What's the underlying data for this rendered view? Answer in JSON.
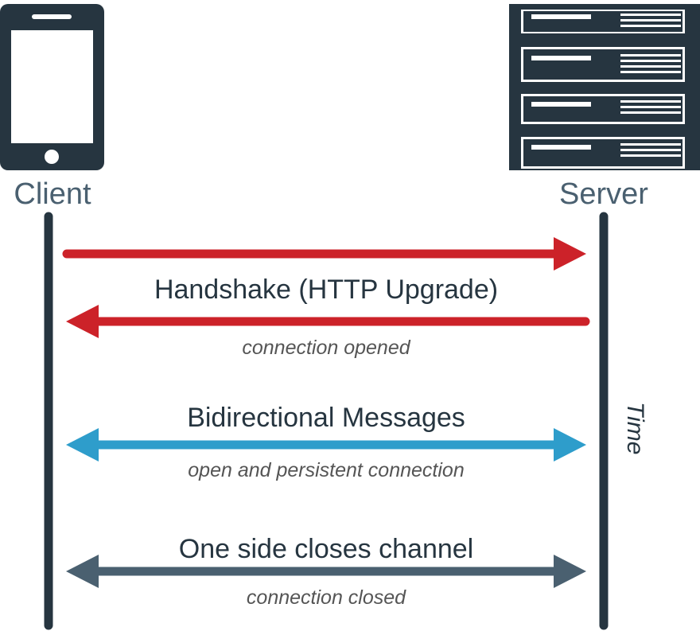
{
  "actors": {
    "client": "Client",
    "server": "Server"
  },
  "steps": [
    {
      "title": "Handshake (HTTP Upgrade)",
      "subtitle": "connection opened",
      "color": "#cc2229"
    },
    {
      "title": "Bidirectional Messages",
      "subtitle": "open and persistent connection",
      "color": "#2e9dcb"
    },
    {
      "title": "One side closes channel",
      "subtitle": "connection closed",
      "color": "#4a6070"
    }
  ],
  "time_label": "Time",
  "colors": {
    "dark": "#263540",
    "label": "#4a6070"
  },
  "icons": {
    "client": "smartphone-icon",
    "server": "server-rack-icon"
  }
}
